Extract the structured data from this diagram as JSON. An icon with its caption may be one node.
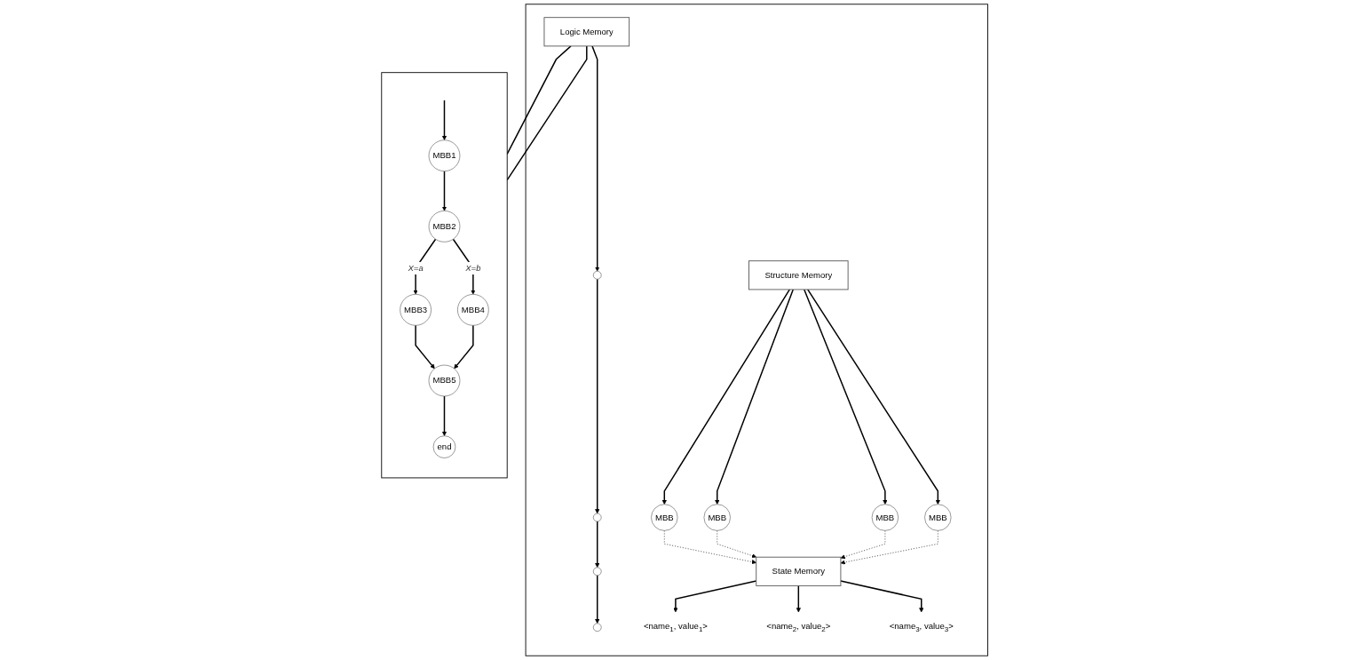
{
  "diagram": {
    "nodes": [
      {
        "text": [],
        "shape": "box"
      },
      {
        "text": [
          "Structure Memory"
        ],
        "in": 0
      },
      {
        "text": [
          "Logic Memory"
        ],
        "in": 0
      },
      {
        "text": [
          "MBB"
        ],
        "in": 0
      },
      {
        "text": [
          "MBB"
        ],
        "in": 0
      },
      {
        "text": [
          "MBB"
        ],
        "in": 0
      },
      {
        "text": [
          "MBB"
        ],
        "in": 0
      },
      {
        "text": [],
        "shape": "circle",
        "in": 0
      },
      {
        "text": [],
        "shape": "circle",
        "in": 0
      },
      {
        "text": [],
        "shape": "circle",
        "in": 0
      },
      {
        "text": [],
        "shape": "circle",
        "in": 0
      },
      {
        "text": [
          "State Memory"
        ],
        "in": 0
      },
      {
        "text": [
          "<name$_{1}$, value$_{1}$>"
        ],
        "in": 0
      },
      {
        "text": [
          "<name$_{2}$, value$_{2}$>"
        ],
        "in": 0
      },
      {
        "text": [
          "<name$_{3}$, value$_{3}$>"
        ],
        "in": 0
      },
      {
        "text": [],
        "shape": "box"
      },
      {
        "text": [
          "MBB1"
        ],
        "in": 15
      },
      {
        "text": [
          "MBB2"
        ],
        "in": 15
      },
      {
        "text": [
          "MBB3"
        ],
        "in": 15
      },
      {
        "text": [
          "MBB4"
        ],
        "in": 15
      },
      {
        "text": [
          "MBB5"
        ],
        "in": 15
      },
      {
        "text": [
          "end"
        ],
        "in": 15
      }
    ],
    "edges": [
      {
        "from": 1,
        "to": 3,
        "arrow": "to"
      },
      {
        "from": 1,
        "to": 4,
        "arrow": "to"
      },
      {
        "from": 1,
        "to": 5,
        "arrow": "to"
      },
      {
        "from": 1,
        "to": 6,
        "arrow": "to"
      },
      {
        "from": 2,
        "to": 7,
        "arrow": "to"
      },
      {
        "from": 7,
        "to": 8,
        "arrow": "to"
      },
      {
        "from": 8,
        "to": 9,
        "arrow": "to"
      },
      {
        "from": 9,
        "to": 10,
        "arrow": "to"
      },
      {
        "from": 3,
        "to": 11,
        "arrow": "to",
        "style": "dashed"
      },
      {
        "from": 4,
        "to": 11,
        "arrow": "to",
        "style": "dashed"
      },
      {
        "from": 5,
        "to": 11,
        "arrow": "to",
        "style": "dashed"
      },
      {
        "from": 6,
        "to": 11,
        "arrow": "to",
        "style": "dashed"
      },
      {
        "from": 11,
        "to": 14,
        "arrow": "to"
      },
      {
        "from": 11,
        "to": 13,
        "arrow": "to"
      },
      {
        "from": 11,
        "to": 12,
        "arrow": "to"
      },
      {
        "from": 2,
        "to": 15,
        "arrow": "none"
      },
      {
        "from": 2,
        "to": 15,
        "arrow": "none"
      },
      {
        "from": null,
        "to": 16,
        "arrow": "to"
      },
      {
        "from": 16,
        "to": 17,
        "arrow": "to"
      },
      {
        "from": 17,
        "to": 18,
        "arrow": "to",
        "label": "X=a"
      },
      {
        "from": 17,
        "to": 19,
        "arrow": "to",
        "label": "X=b"
      },
      {
        "from": 18,
        "to": 20,
        "arrow": "to"
      },
      {
        "from": 19,
        "to": 20,
        "arrow": "to"
      },
      {
        "from": 20,
        "to": 21,
        "arrow": "to"
      }
    ]
  }
}
